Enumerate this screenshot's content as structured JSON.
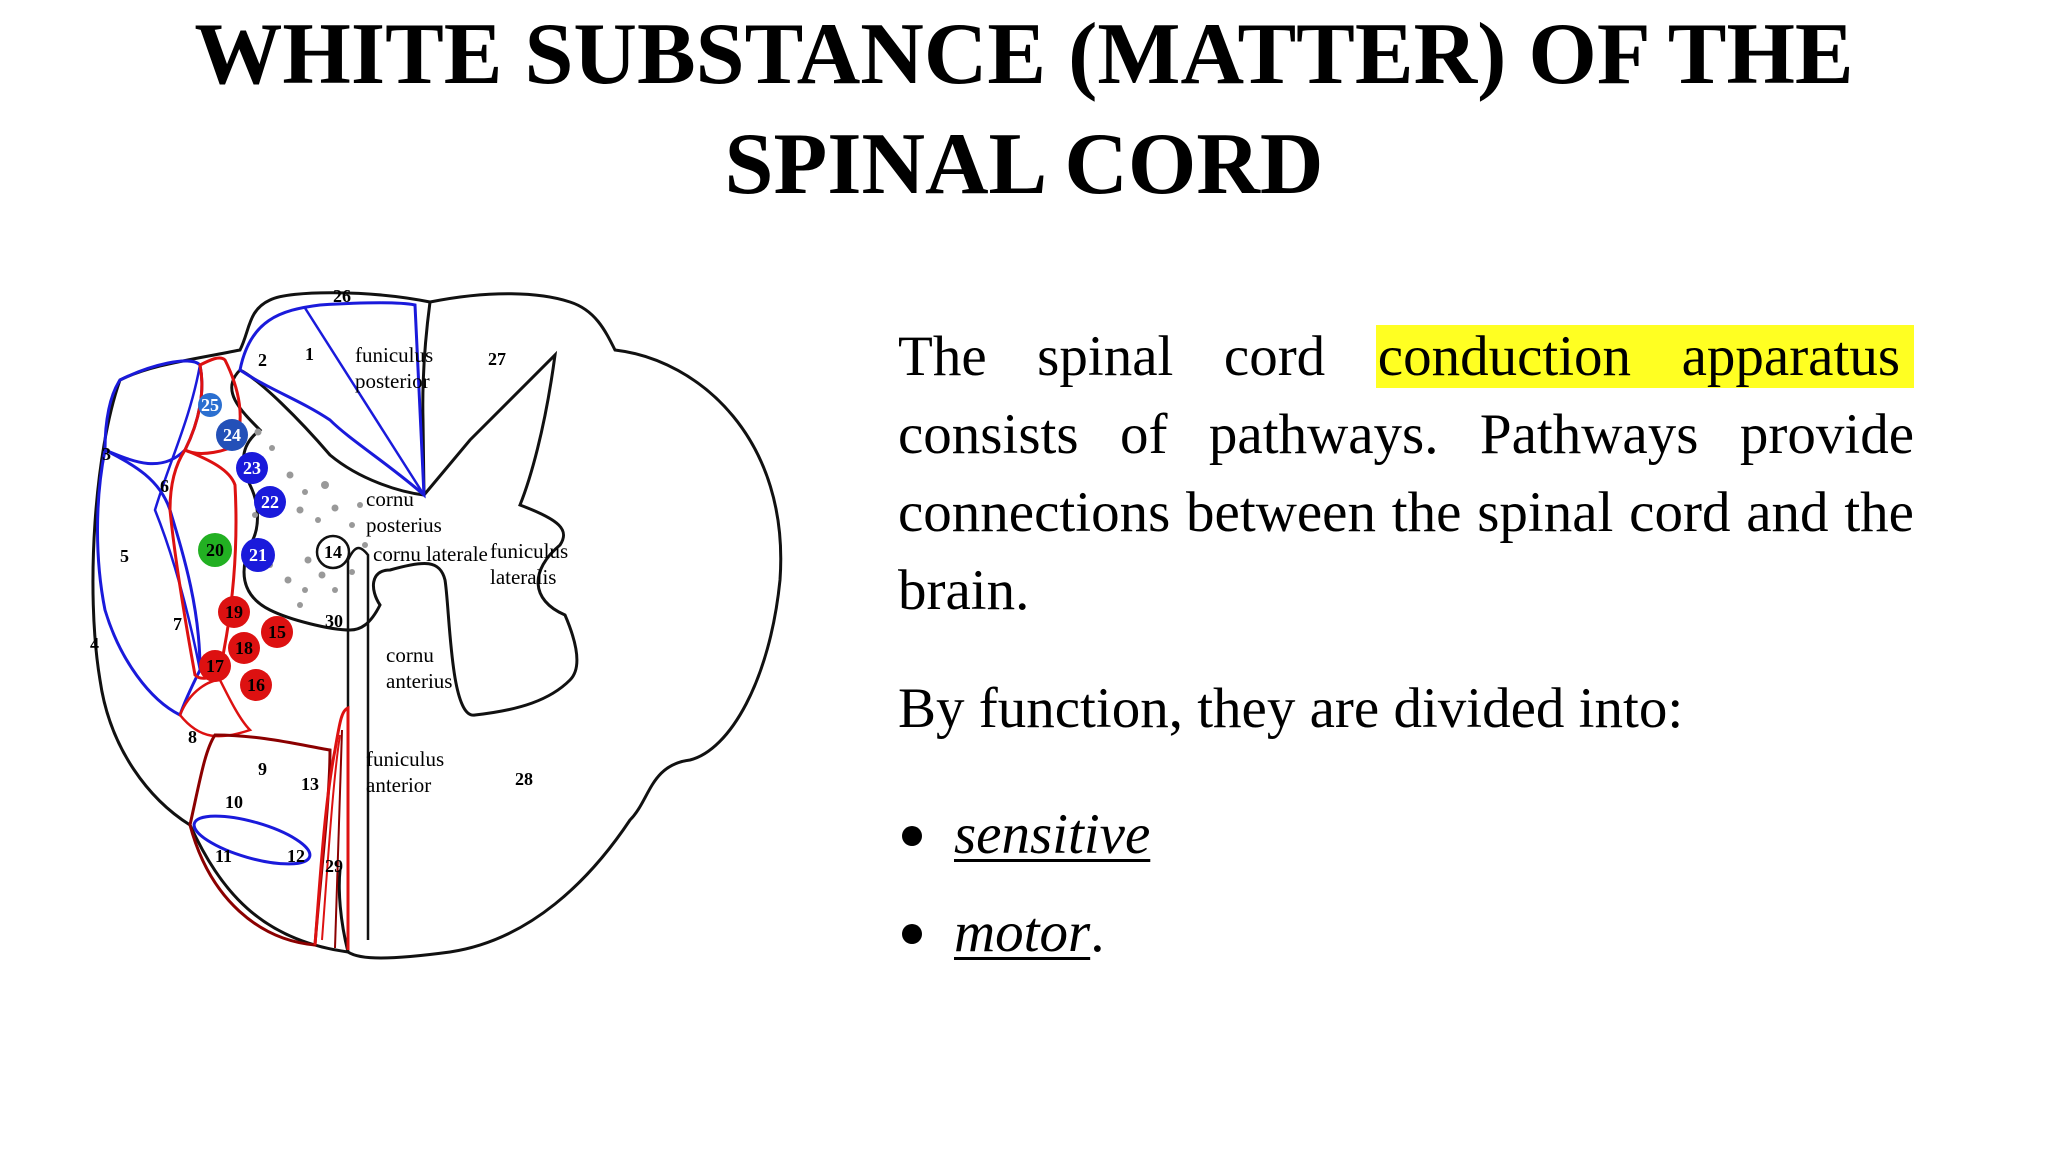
{
  "slide": {
    "title_line1": "WHITE SUBSTANCE (MATTER) OF THE",
    "title_line2": "SPINAL CORD",
    "paragraph1": {
      "lead": "The spinal cord",
      "highlight": "conduction apparatus",
      "rest": "consists of pathways. Pathways provide connections between the spinal cord and the brain."
    },
    "paragraph2": "By function, they are divided into:",
    "bullets": [
      {
        "text": "sensitive",
        "suffix": ""
      },
      {
        "text": "motor",
        "suffix": "."
      }
    ]
  },
  "diagram": {
    "labels": {
      "funiculus_posterior": [
        "funiculus",
        "posterior"
      ],
      "cornu_posterius": [
        "cornu",
        "posterius"
      ],
      "cornu_laterale": "cornu laterale",
      "funiculus_lateralis": [
        "funiculus",
        "lateralis"
      ],
      "cornu_anterius": [
        "cornu",
        "anterius"
      ],
      "funiculus_anterior": [
        "funiculus",
        "anterior"
      ]
    },
    "numbers": [
      "1",
      "2",
      "3",
      "4",
      "5",
      "6",
      "7",
      "8",
      "9",
      "10",
      "11",
      "12",
      "13",
      "14",
      "15",
      "16",
      "17",
      "18",
      "19",
      "20",
      "21",
      "22",
      "23",
      "24",
      "25",
      "26",
      "27",
      "28",
      "29",
      "30"
    ],
    "colors": {
      "blue_tract": "#1a1adb",
      "red_tract": "#dd1111",
      "dark_red_tract": "#8b0000",
      "green_nucleus": "#22b022",
      "outline": "#111111",
      "highlight": "#ffff22"
    }
  }
}
